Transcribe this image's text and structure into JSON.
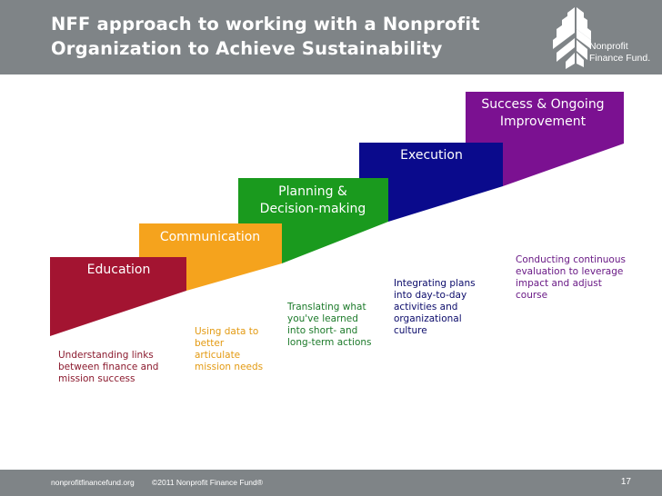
{
  "header": {
    "title": "NFF approach to working with a Nonprofit Organization to Achieve Sustainability",
    "logo_text_line1": "Nonprofit",
    "logo_text_line2": "Finance Fund."
  },
  "steps": [
    {
      "label": "Education",
      "color": "#a31431",
      "description": "Understanding links\nbetween finance and\nmission success",
      "desc_color": "#8b1a2e"
    },
    {
      "label": "Communication",
      "color": "#f5a31d",
      "description": "Using data to\nbetter\narticulate\nmission needs",
      "desc_color": "#e39a12"
    },
    {
      "label": "Planning &\nDecision-making",
      "color": "#1a9a1e",
      "description": "Translating what\nyou've learned\ninto short- and\nlong-term actions",
      "desc_color": "#1c7a2a"
    },
    {
      "label": "Execution",
      "color": "#0a0a8c",
      "description": "Integrating plans\ninto day-to-day\nactivities and\norganizational\nculture",
      "desc_color": "#0a0a6a"
    },
    {
      "label": "Success & Ongoing\nImprovement",
      "color": "#7b1191",
      "description": "Conducting continuous\nevaluation to leverage\nimpact and adjust\ncourse",
      "desc_color": "#6a1a86"
    }
  ],
  "footer": {
    "url": "nonprofitfinancefund.org",
    "copyright": "©2011 Nonprofit Finance Fund®",
    "page": "17"
  }
}
